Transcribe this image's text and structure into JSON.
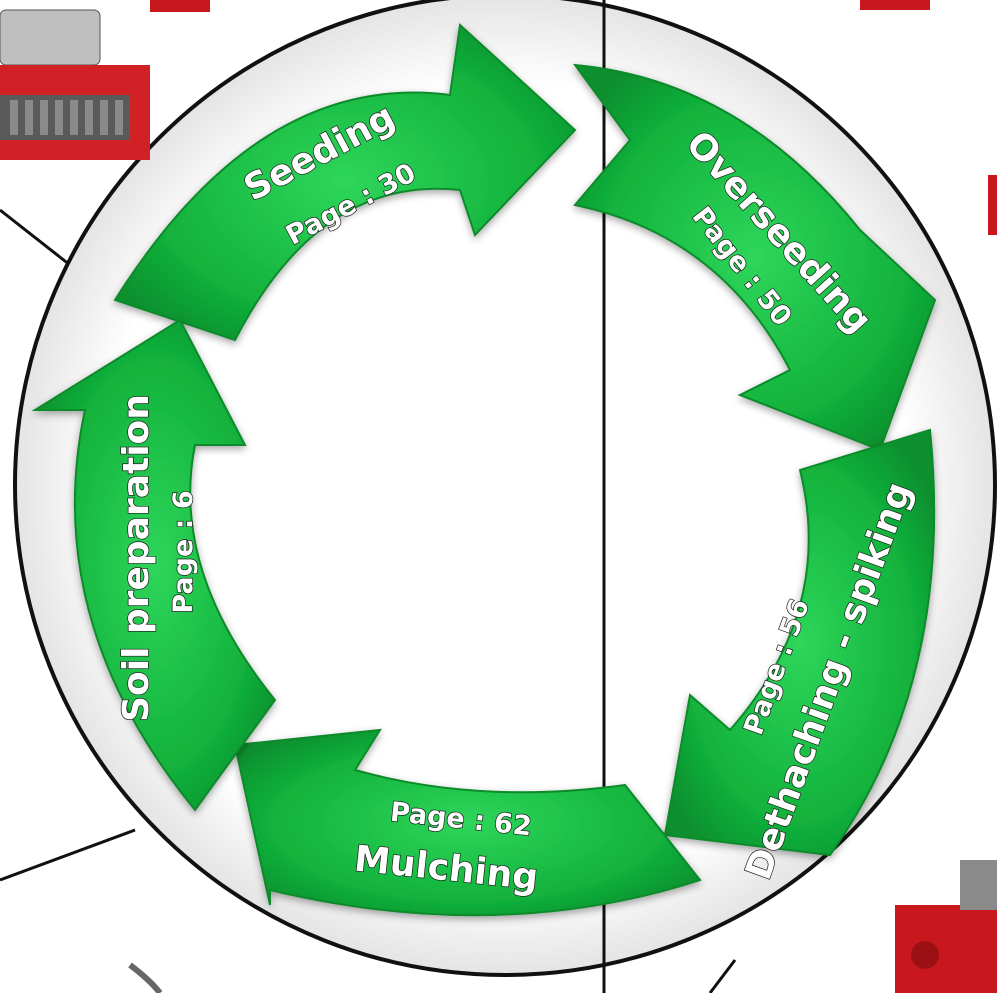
{
  "cycle": {
    "steps": [
      {
        "id": "seeding",
        "title": "Seeding",
        "page": "Page : 30"
      },
      {
        "id": "overseeding",
        "title": "Overseeding",
        "page": "Page : 50"
      },
      {
        "id": "dethaching",
        "title": "Dethaching - spiking",
        "page": "Page : 56"
      },
      {
        "id": "mulching",
        "title": "Mulching",
        "page": "Page : 62"
      },
      {
        "id": "soil",
        "title": "Soil preparation",
        "page": "Page : 6"
      }
    ]
  },
  "colors": {
    "arrow_green": "#0fb33a",
    "arrow_green_dark": "#0a8a2b",
    "machine_red": "#c8171d"
  }
}
